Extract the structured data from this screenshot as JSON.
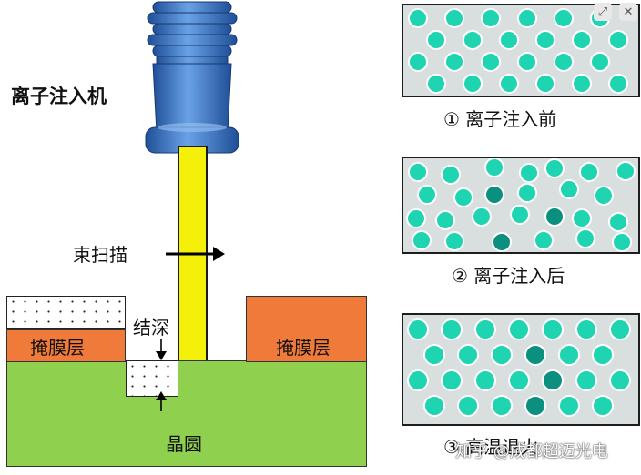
{
  "diagram": {
    "ion_implanter_label": "离子注入机",
    "beam_scan_label": "束扫描",
    "junction_depth_label": "结深",
    "mask_left_label": "掩膜层",
    "mask_right_label": "掩膜层",
    "wafer_label": "晶圆"
  },
  "panels": [
    {
      "caption": "① 离子注入前"
    },
    {
      "caption": "② 离子注入后"
    },
    {
      "caption": "③ 高温退火"
    }
  ],
  "watermark": "知乎 @成都超迈光电",
  "ui": {
    "expand_icon": "expand-icon",
    "close_icon": "close-icon"
  },
  "colors": {
    "beam": "#f5f00a",
    "wafer": "#8fd14f",
    "mask": "#f07a3a",
    "atom": "#1fd4b0",
    "dopant": "#0b8f7e",
    "panel_bg": "#d9dede",
    "implanter": "#3a78c9"
  }
}
